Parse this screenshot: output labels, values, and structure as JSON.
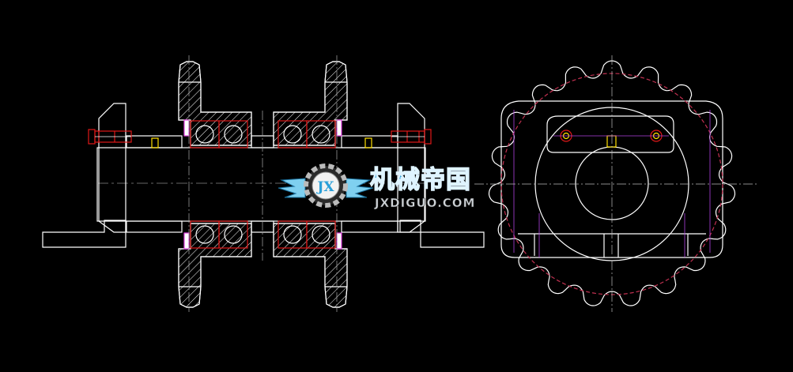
{
  "drawing": {
    "background": "#000000",
    "colors": {
      "outline": "#ffffff",
      "bearing": "#e01818",
      "centerline": "#ff3030",
      "pitch_circle": "#c03050",
      "construction": "#b040e0",
      "highlight": "#ffe000",
      "ball": "#ffffff"
    },
    "views": [
      "side-section-view",
      "front-sprocket-view"
    ],
    "features": [
      "shaft",
      "two-sprockets",
      "four-ball-bearings",
      "bearing-housing",
      "bolts",
      "keyway"
    ]
  },
  "watermark": {
    "title": "机械帝国",
    "url": "JXDIGUO.COM",
    "badge": "JX",
    "color_primary": "#2a9fd8",
    "color_wings": "#7fd0f0"
  }
}
